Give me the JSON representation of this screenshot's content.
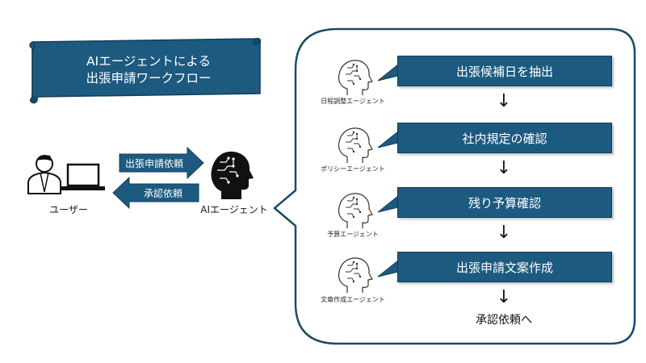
{
  "title": {
    "line1": "AIエージェントによる",
    "line2": "出張申請ワークフロー"
  },
  "actors": {
    "user_label": "ユーザー",
    "agent_label": "AIエージェント"
  },
  "exchange": {
    "request_label": "出張申請依頼",
    "approval_label": "承認依頼"
  },
  "steps": [
    {
      "label": "出張候補日を抽出",
      "agent": "日程調整エージェント"
    },
    {
      "label": "社内規定の確認",
      "agent": "ポリシーエージェント"
    },
    {
      "label": "残り予算確認",
      "agent": "予算エージェント"
    },
    {
      "label": "出張申請文案作成",
      "agent": "文章作成エージェント"
    }
  ],
  "final": "承認依頼へ",
  "colors": {
    "primary": "#1d5a80",
    "primary_border": "#123d59",
    "bubble_border": "#1d4a66",
    "head_icon": "#111111"
  },
  "icons": {
    "user": "person-at-laptop-icon",
    "ai_head": "ai-head-icon",
    "agent_head": "agent-head-outline-icon",
    "arrow_down": "↓"
  }
}
